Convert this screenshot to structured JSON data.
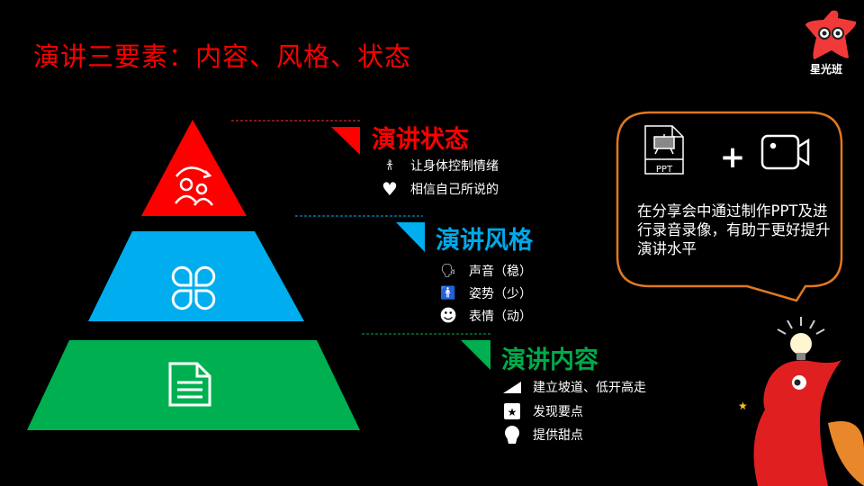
{
  "title": "演讲三要素：内容、风格、状态",
  "colors": {
    "state": "#ff0000",
    "style": "#00a8e8",
    "content": "#00aa4a",
    "bubble_border": "#e07820"
  },
  "sections": {
    "state": {
      "heading": "演讲状态",
      "items": [
        {
          "icon": "dancer-icon",
          "label": "让身体控制情绪"
        },
        {
          "icon": "heart-icon",
          "label": "相信自己所说的"
        }
      ]
    },
    "style": {
      "heading": "演讲风格",
      "items": [
        {
          "icon": "speaker-voice-icon",
          "label": "声音（稳）"
        },
        {
          "icon": "person-icon",
          "label": "姿势（少）"
        },
        {
          "icon": "smile-icon",
          "label": "表情（动）"
        }
      ]
    },
    "content": {
      "heading": "演讲内容",
      "items": [
        {
          "icon": "ramp-icon",
          "label": "建立坡道、低开高走"
        },
        {
          "icon": "star-box-icon",
          "label": "发现要点"
        },
        {
          "icon": "cupcake-icon",
          "label": "提供甜点"
        }
      ]
    }
  },
  "bubble": {
    "ppt_label": "PPT",
    "plus": "+",
    "text": "在分享会中通过制作PPT及进行录音录像，有助于更好提升演讲水平"
  },
  "logo": {
    "text": "星光班"
  }
}
